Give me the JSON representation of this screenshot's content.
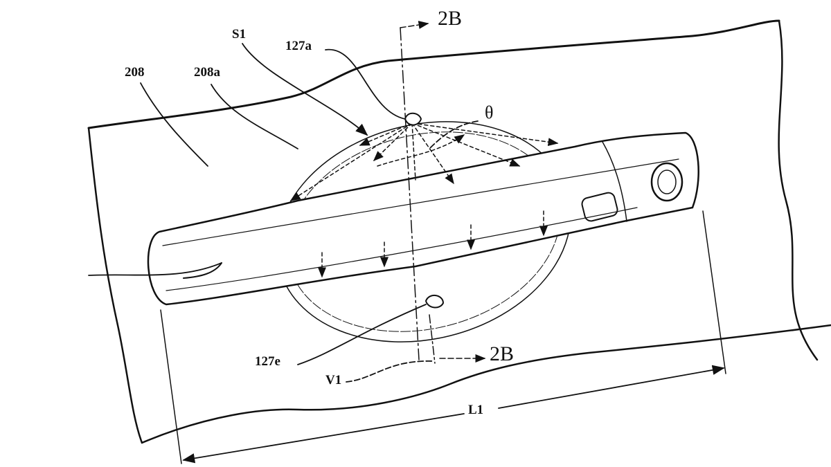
{
  "figure": {
    "labels": {
      "section_top": "2B",
      "section_bottom": "2B",
      "s1": "S1",
      "sensor_a": "127a",
      "sensor_e": "127e",
      "panel": "208",
      "recess": "208a",
      "angle": "θ",
      "v1": "V1",
      "length": "L1"
    },
    "colors": {
      "ink": "#111111",
      "background": "#ffffff"
    }
  }
}
